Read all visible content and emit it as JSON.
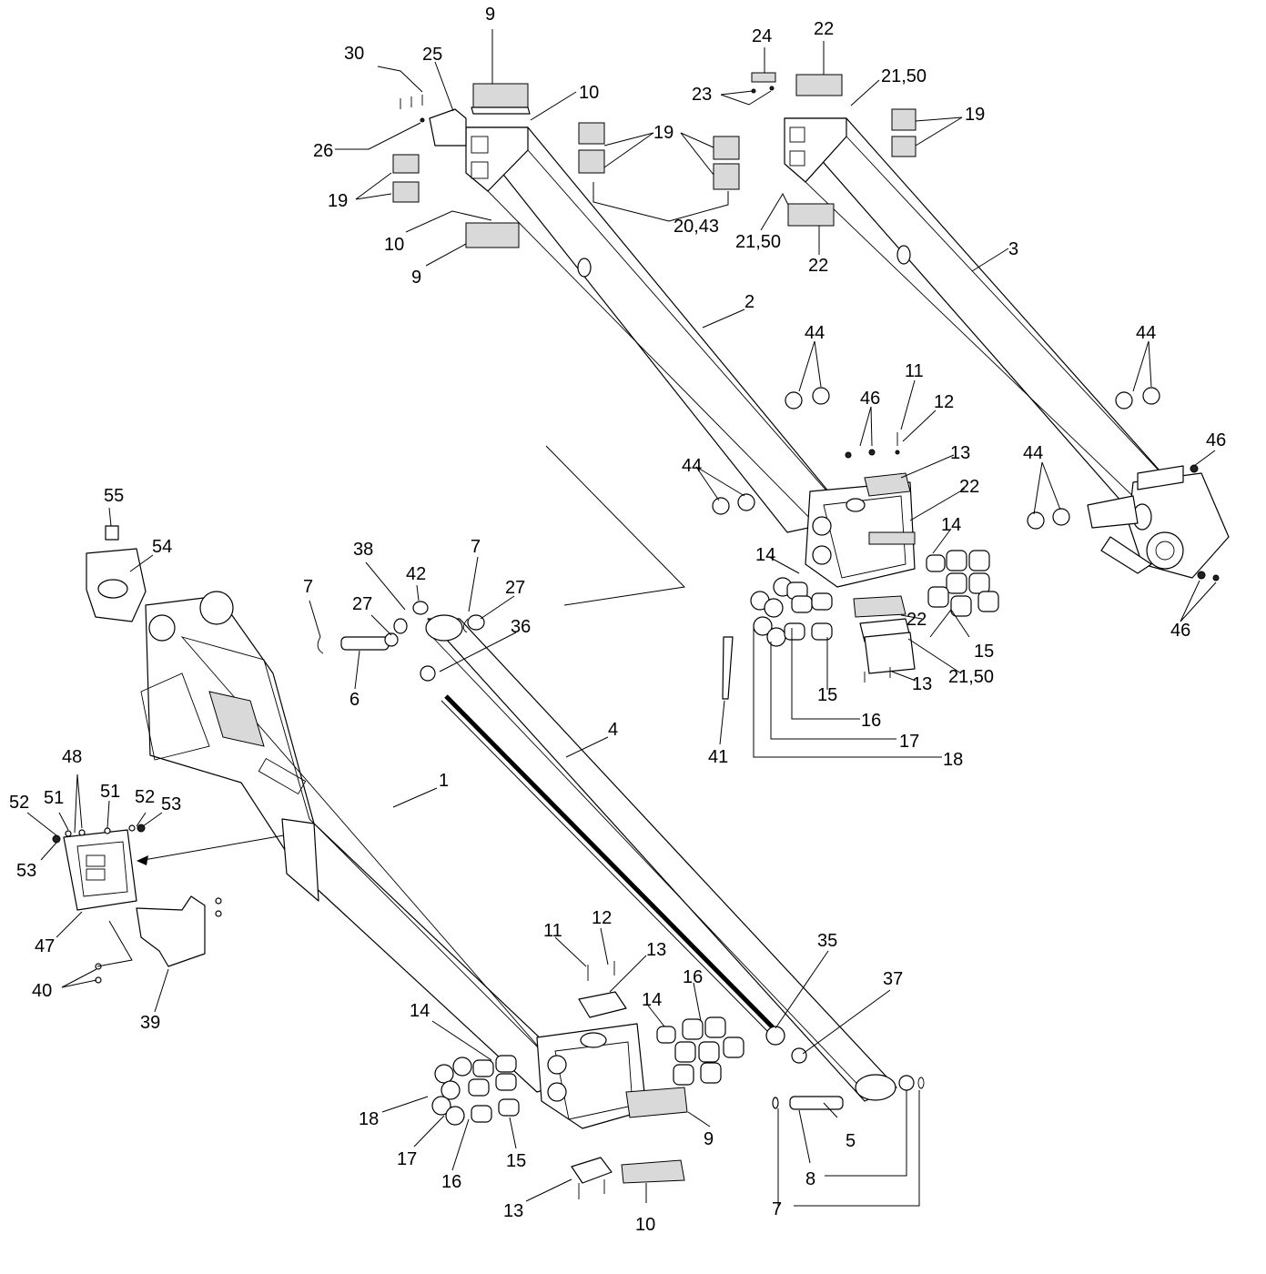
{
  "callouts": [
    {
      "id": "c-9-top",
      "text": "9"
    },
    {
      "id": "c-10-top",
      "text": "10"
    },
    {
      "id": "c-25",
      "text": "25"
    },
    {
      "id": "c-30",
      "text": "30"
    },
    {
      "id": "c-26",
      "text": "26"
    },
    {
      "id": "c-19-left",
      "text": "19"
    },
    {
      "id": "c-10-mid",
      "text": "10"
    },
    {
      "id": "c-9-mid",
      "text": "9"
    },
    {
      "id": "c-19-center",
      "text": "19"
    },
    {
      "id": "c-20-43",
      "text": "20,43"
    },
    {
      "id": "c-24",
      "text": "24"
    },
    {
      "id": "c-23",
      "text": "23"
    },
    {
      "id": "c-22-top",
      "text": "22"
    },
    {
      "id": "c-21-50-top",
      "text": "21,50"
    },
    {
      "id": "c-19-right",
      "text": "19"
    },
    {
      "id": "c-21-50-mid",
      "text": "21,50"
    },
    {
      "id": "c-22-mid",
      "text": "22"
    },
    {
      "id": "c-3",
      "text": "3"
    },
    {
      "id": "c-2",
      "text": "2"
    },
    {
      "id": "c-44-a",
      "text": "44"
    },
    {
      "id": "c-11-top",
      "text": "11"
    },
    {
      "id": "c-46-a",
      "text": "46"
    },
    {
      "id": "c-12-top",
      "text": "12"
    },
    {
      "id": "c-13-a",
      "text": "13"
    },
    {
      "id": "c-44-b",
      "text": "44"
    },
    {
      "id": "c-22-c",
      "text": "22"
    },
    {
      "id": "c-14-a",
      "text": "14"
    },
    {
      "id": "c-14-b",
      "text": "14"
    },
    {
      "id": "c-44-c",
      "text": "44"
    },
    {
      "id": "c-44-d",
      "text": "44"
    },
    {
      "id": "c-46-b",
      "text": "46"
    },
    {
      "id": "c-46-c",
      "text": "46"
    },
    {
      "id": "c-22-d",
      "text": "22"
    },
    {
      "id": "c-15-a",
      "text": "15"
    },
    {
      "id": "c-15-b",
      "text": "15"
    },
    {
      "id": "c-13-b",
      "text": "13"
    },
    {
      "id": "c-21-50-low",
      "text": "21,50"
    },
    {
      "id": "c-16-a",
      "text": "16"
    },
    {
      "id": "c-17-a",
      "text": "17"
    },
    {
      "id": "c-18-a",
      "text": "18"
    },
    {
      "id": "c-41",
      "text": "41"
    },
    {
      "id": "c-55",
      "text": "55"
    },
    {
      "id": "c-54",
      "text": "54"
    },
    {
      "id": "c-7-a",
      "text": "7"
    },
    {
      "id": "c-38",
      "text": "38"
    },
    {
      "id": "c-42",
      "text": "42"
    },
    {
      "id": "c-7-b",
      "text": "7"
    },
    {
      "id": "c-27-a",
      "text": "27"
    },
    {
      "id": "c-27-b",
      "text": "27"
    },
    {
      "id": "c-36",
      "text": "36"
    },
    {
      "id": "c-6",
      "text": "6"
    },
    {
      "id": "c-4",
      "text": "4"
    },
    {
      "id": "c-1",
      "text": "1"
    },
    {
      "id": "c-48",
      "text": "48"
    },
    {
      "id": "c-52-a",
      "text": "52"
    },
    {
      "id": "c-51-a",
      "text": "51"
    },
    {
      "id": "c-51-b",
      "text": "51"
    },
    {
      "id": "c-52-b",
      "text": "52"
    },
    {
      "id": "c-53-a",
      "text": "53"
    },
    {
      "id": "c-53-b",
      "text": "53"
    },
    {
      "id": "c-47",
      "text": "47"
    },
    {
      "id": "c-40",
      "text": "40"
    },
    {
      "id": "c-39",
      "text": "39"
    },
    {
      "id": "c-11-low",
      "text": "11"
    },
    {
      "id": "c-12-low",
      "text": "12"
    },
    {
      "id": "c-13-c",
      "text": "13"
    },
    {
      "id": "c-16-b",
      "text": "16"
    },
    {
      "id": "c-14-c",
      "text": "14"
    },
    {
      "id": "c-14-d",
      "text": "14"
    },
    {
      "id": "c-35",
      "text": "35"
    },
    {
      "id": "c-37",
      "text": "37"
    },
    {
      "id": "c-18-b",
      "text": "18"
    },
    {
      "id": "c-17-b",
      "text": "17"
    },
    {
      "id": "c-16-c",
      "text": "16"
    },
    {
      "id": "c-15-c",
      "text": "15"
    },
    {
      "id": "c-9-low",
      "text": "9"
    },
    {
      "id": "c-5",
      "text": "5"
    },
    {
      "id": "c-13-d",
      "text": "13"
    },
    {
      "id": "c-10-low",
      "text": "10"
    },
    {
      "id": "c-8",
      "text": "8"
    },
    {
      "id": "c-7-c",
      "text": "7"
    }
  ]
}
